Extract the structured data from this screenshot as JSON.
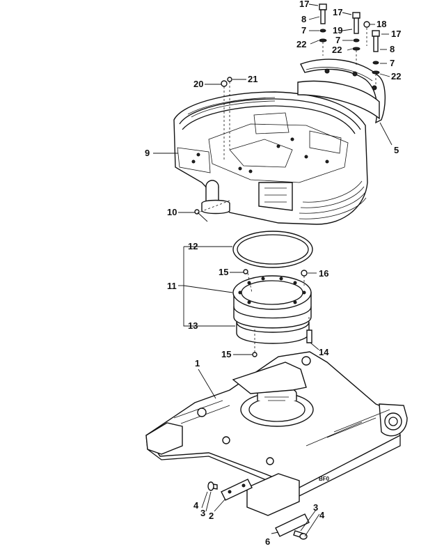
{
  "callouts": [
    {
      "id": "c17a",
      "label": "17"
    },
    {
      "id": "c8a",
      "label": "8"
    },
    {
      "id": "c7a",
      "label": "7"
    },
    {
      "id": "c22a",
      "label": "22"
    },
    {
      "id": "c17b",
      "label": "17"
    },
    {
      "id": "c19",
      "label": "19"
    },
    {
      "id": "c7b",
      "label": "7"
    },
    {
      "id": "c22b",
      "label": "22"
    },
    {
      "id": "c18",
      "label": "18"
    },
    {
      "id": "c17c",
      "label": "17"
    },
    {
      "id": "c8b",
      "label": "8"
    },
    {
      "id": "c7c",
      "label": "7"
    },
    {
      "id": "c22c",
      "label": "22"
    },
    {
      "id": "c20",
      "label": "20"
    },
    {
      "id": "c21",
      "label": "21"
    },
    {
      "id": "c9",
      "label": "9"
    },
    {
      "id": "c5",
      "label": "5"
    },
    {
      "id": "c10",
      "label": "10"
    },
    {
      "id": "c12",
      "label": "12"
    },
    {
      "id": "c15a",
      "label": "15"
    },
    {
      "id": "c16",
      "label": "16"
    },
    {
      "id": "c11",
      "label": "11"
    },
    {
      "id": "c13",
      "label": "13"
    },
    {
      "id": "c15b",
      "label": "15"
    },
    {
      "id": "c14",
      "label": "14"
    },
    {
      "id": "c1",
      "label": "1"
    },
    {
      "id": "c4a",
      "label": "4"
    },
    {
      "id": "c3a",
      "label": "3"
    },
    {
      "id": "c2",
      "label": "2"
    },
    {
      "id": "c3b",
      "label": "3"
    },
    {
      "id": "c4b",
      "label": "4"
    },
    {
      "id": "c6",
      "label": "6"
    }
  ],
  "bottom_label": "BF0"
}
